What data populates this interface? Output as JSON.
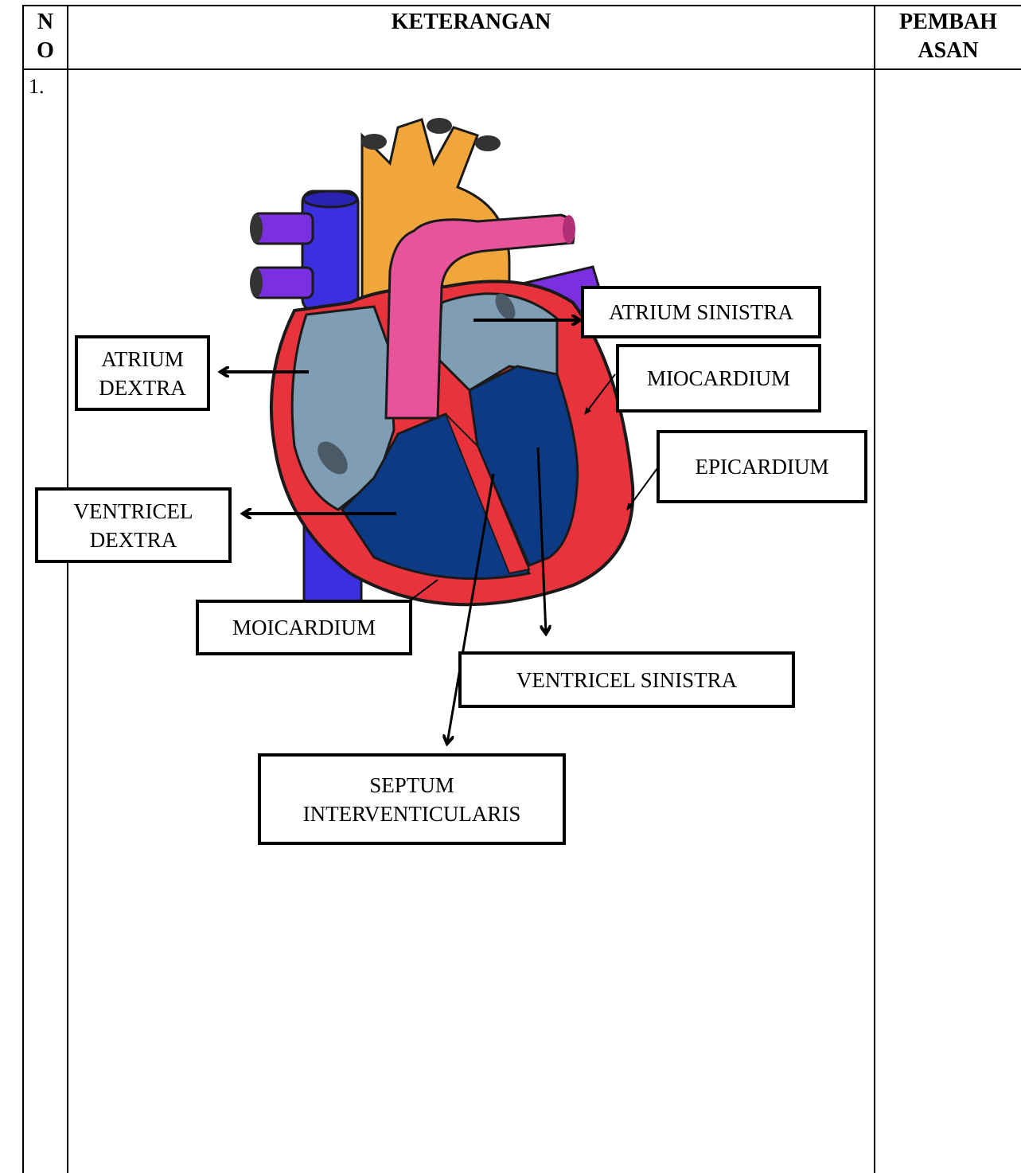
{
  "table": {
    "headers": {
      "no_line1": "N",
      "no_line2": "O",
      "keterangan": "KETERANGAN",
      "pembahasan_line1": "PEMBAH",
      "pembahasan_line2": "ASAN"
    },
    "row_number": "1."
  },
  "diagram": {
    "labels": {
      "atrium_sinistra": "ATRIUM SINISTRA",
      "atrium_dextra": "ATRIUM\nDEXTRA",
      "miocardium": "MIOCARDIUM",
      "epicardium": "EPICARDIUM",
      "ventricel_dextra": "VENTRICEL\nDEXTRA",
      "moicardium": "MOICARDIUM",
      "ventricel_sinistra": "VENTRICEL SINISTRA",
      "septum": "SEPTUM\nINTERVENTICULARIS"
    },
    "colors": {
      "aorta": "#F0A63A",
      "pulmonary": "#E8549A",
      "vena_cava": "#3B2FE0",
      "pulmonary_vein": "#7A2FE0",
      "wall": "#E8323C",
      "atrium": "#7F9DB3",
      "ventricle": "#0D3A85"
    }
  }
}
